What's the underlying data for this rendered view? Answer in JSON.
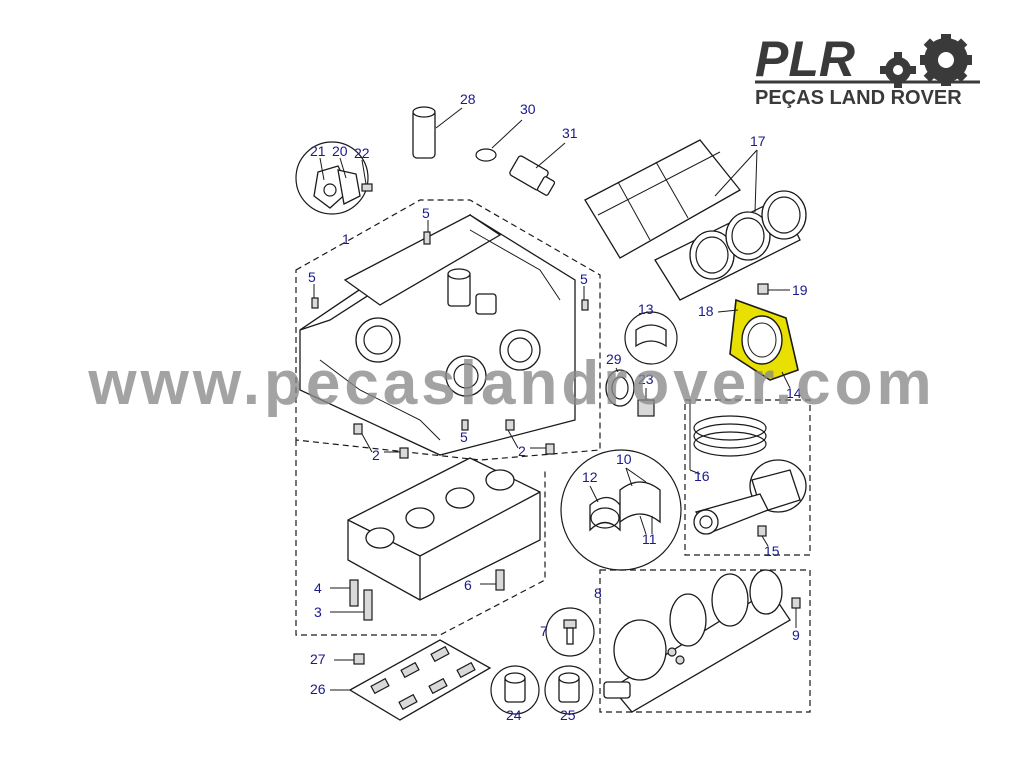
{
  "logo": {
    "brand": "PLR",
    "subtitle": "PEÇAS LAND ROVER",
    "icon": "gears-icon",
    "color": "#3a3a3a"
  },
  "watermark": {
    "text": "www.pecaslandrover.com"
  },
  "highlight_color": "#e8e000",
  "callouts": [
    {
      "id": "c28",
      "label": "28"
    },
    {
      "id": "c30",
      "label": "30"
    },
    {
      "id": "c31",
      "label": "31"
    },
    {
      "id": "c21",
      "label": "21"
    },
    {
      "id": "c20",
      "label": "20"
    },
    {
      "id": "c22",
      "label": "22"
    },
    {
      "id": "c17",
      "label": "17"
    },
    {
      "id": "c5a",
      "label": "5"
    },
    {
      "id": "c1",
      "label": "1"
    },
    {
      "id": "c5b",
      "label": "5"
    },
    {
      "id": "c5c",
      "label": "5"
    },
    {
      "id": "c19",
      "label": "19"
    },
    {
      "id": "c18",
      "label": "18"
    },
    {
      "id": "c13",
      "label": "13"
    },
    {
      "id": "c29",
      "label": "29"
    },
    {
      "id": "c23",
      "label": "23"
    },
    {
      "id": "c14",
      "label": "14"
    },
    {
      "id": "c5d",
      "label": "5"
    },
    {
      "id": "c2a",
      "label": "2"
    },
    {
      "id": "c2b",
      "label": "2"
    },
    {
      "id": "c12",
      "label": "12"
    },
    {
      "id": "c10",
      "label": "10"
    },
    {
      "id": "c16",
      "label": "16"
    },
    {
      "id": "c11",
      "label": "11"
    },
    {
      "id": "c15",
      "label": "15"
    },
    {
      "id": "c4",
      "label": "4"
    },
    {
      "id": "c6",
      "label": "6"
    },
    {
      "id": "c3",
      "label": "3"
    },
    {
      "id": "c8",
      "label": "8"
    },
    {
      "id": "c7",
      "label": "7"
    },
    {
      "id": "c9",
      "label": "9"
    },
    {
      "id": "c27",
      "label": "27"
    },
    {
      "id": "c26",
      "label": "26"
    },
    {
      "id": "c24",
      "label": "24"
    },
    {
      "id": "c25",
      "label": "25"
    }
  ]
}
